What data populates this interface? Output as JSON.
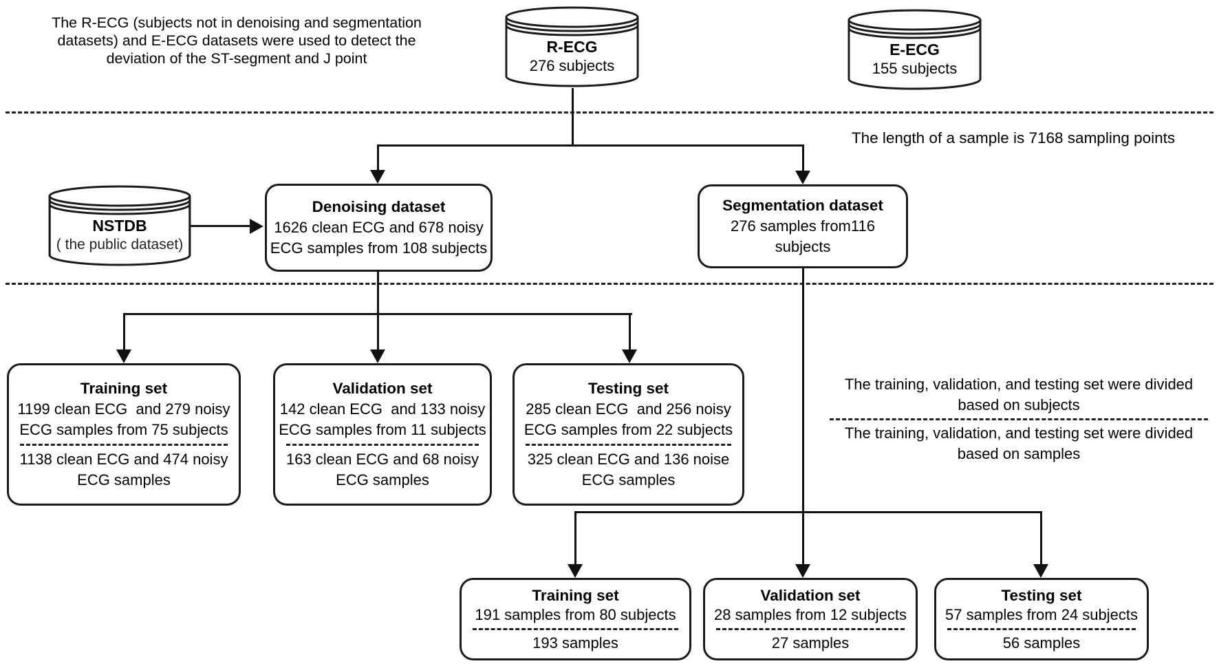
{
  "colors": {
    "line": "#111111",
    "text": "#000000",
    "background": "#ffffff"
  },
  "notes": {
    "top_left_lines": [
      "The R-ECG (subjects not in denoising and segmentation",
      "datasets) and E-ECG datasets were used to detect the",
      "deviation of the ST-segment and J point"
    ],
    "sample_length": "The length of a sample is 7168 sampling points",
    "division_lines": [
      "The training, validation, and testing set were divided",
      "based on subjects",
      "The training, validation, and testing set were divided",
      "based on samples"
    ]
  },
  "cylinders": {
    "r_ecg": {
      "title": "R-ECG",
      "subtitle": "276 subjects"
    },
    "e_ecg": {
      "title": "E-ECG",
      "subtitle": "155 subjects"
    },
    "nstdb": {
      "title": "NSTDB",
      "subtitle": "( the public dataset)"
    }
  },
  "boxes": {
    "denoising": {
      "title": "Denoising dataset",
      "lines": [
        "1626 clean ECG and 678 noisy",
        "ECG samples from 108 subjects"
      ]
    },
    "segmentation": {
      "title": "Segmentation dataset",
      "lines": [
        "276 samples from116 subjects"
      ]
    },
    "den_training": {
      "title": "Training set",
      "by_subjects": [
        "1199 clean ECG  and 279 noisy",
        "ECG samples from 75 subjects"
      ],
      "by_samples": [
        "1138 clean ECG and 474 noisy",
        "ECG samples"
      ]
    },
    "den_validation": {
      "title": "Validation set",
      "by_subjects": [
        "142 clean ECG  and 133 noisy",
        "ECG samples from 11 subjects"
      ],
      "by_samples": [
        "163 clean ECG and 68 noisy",
        "ECG samples"
      ]
    },
    "den_testing": {
      "title": "Testing set",
      "by_subjects": [
        "285 clean ECG  and 256 noisy",
        "ECG samples from 22 subjects"
      ],
      "by_samples": [
        "325 clean ECG and 136 noise",
        "ECG samples"
      ]
    },
    "seg_training": {
      "title": "Training set",
      "by_subjects": [
        "191 samples from 80 subjects"
      ],
      "by_samples": [
        "193 samples"
      ]
    },
    "seg_validation": {
      "title": "Validation set",
      "by_subjects": [
        "28 samples from 12 subjects"
      ],
      "by_samples": [
        "27 samples"
      ]
    },
    "seg_testing": {
      "title": "Testing set",
      "by_subjects": [
        "57 samples from 24 subjects"
      ],
      "by_samples": [
        "56 samples"
      ]
    }
  }
}
